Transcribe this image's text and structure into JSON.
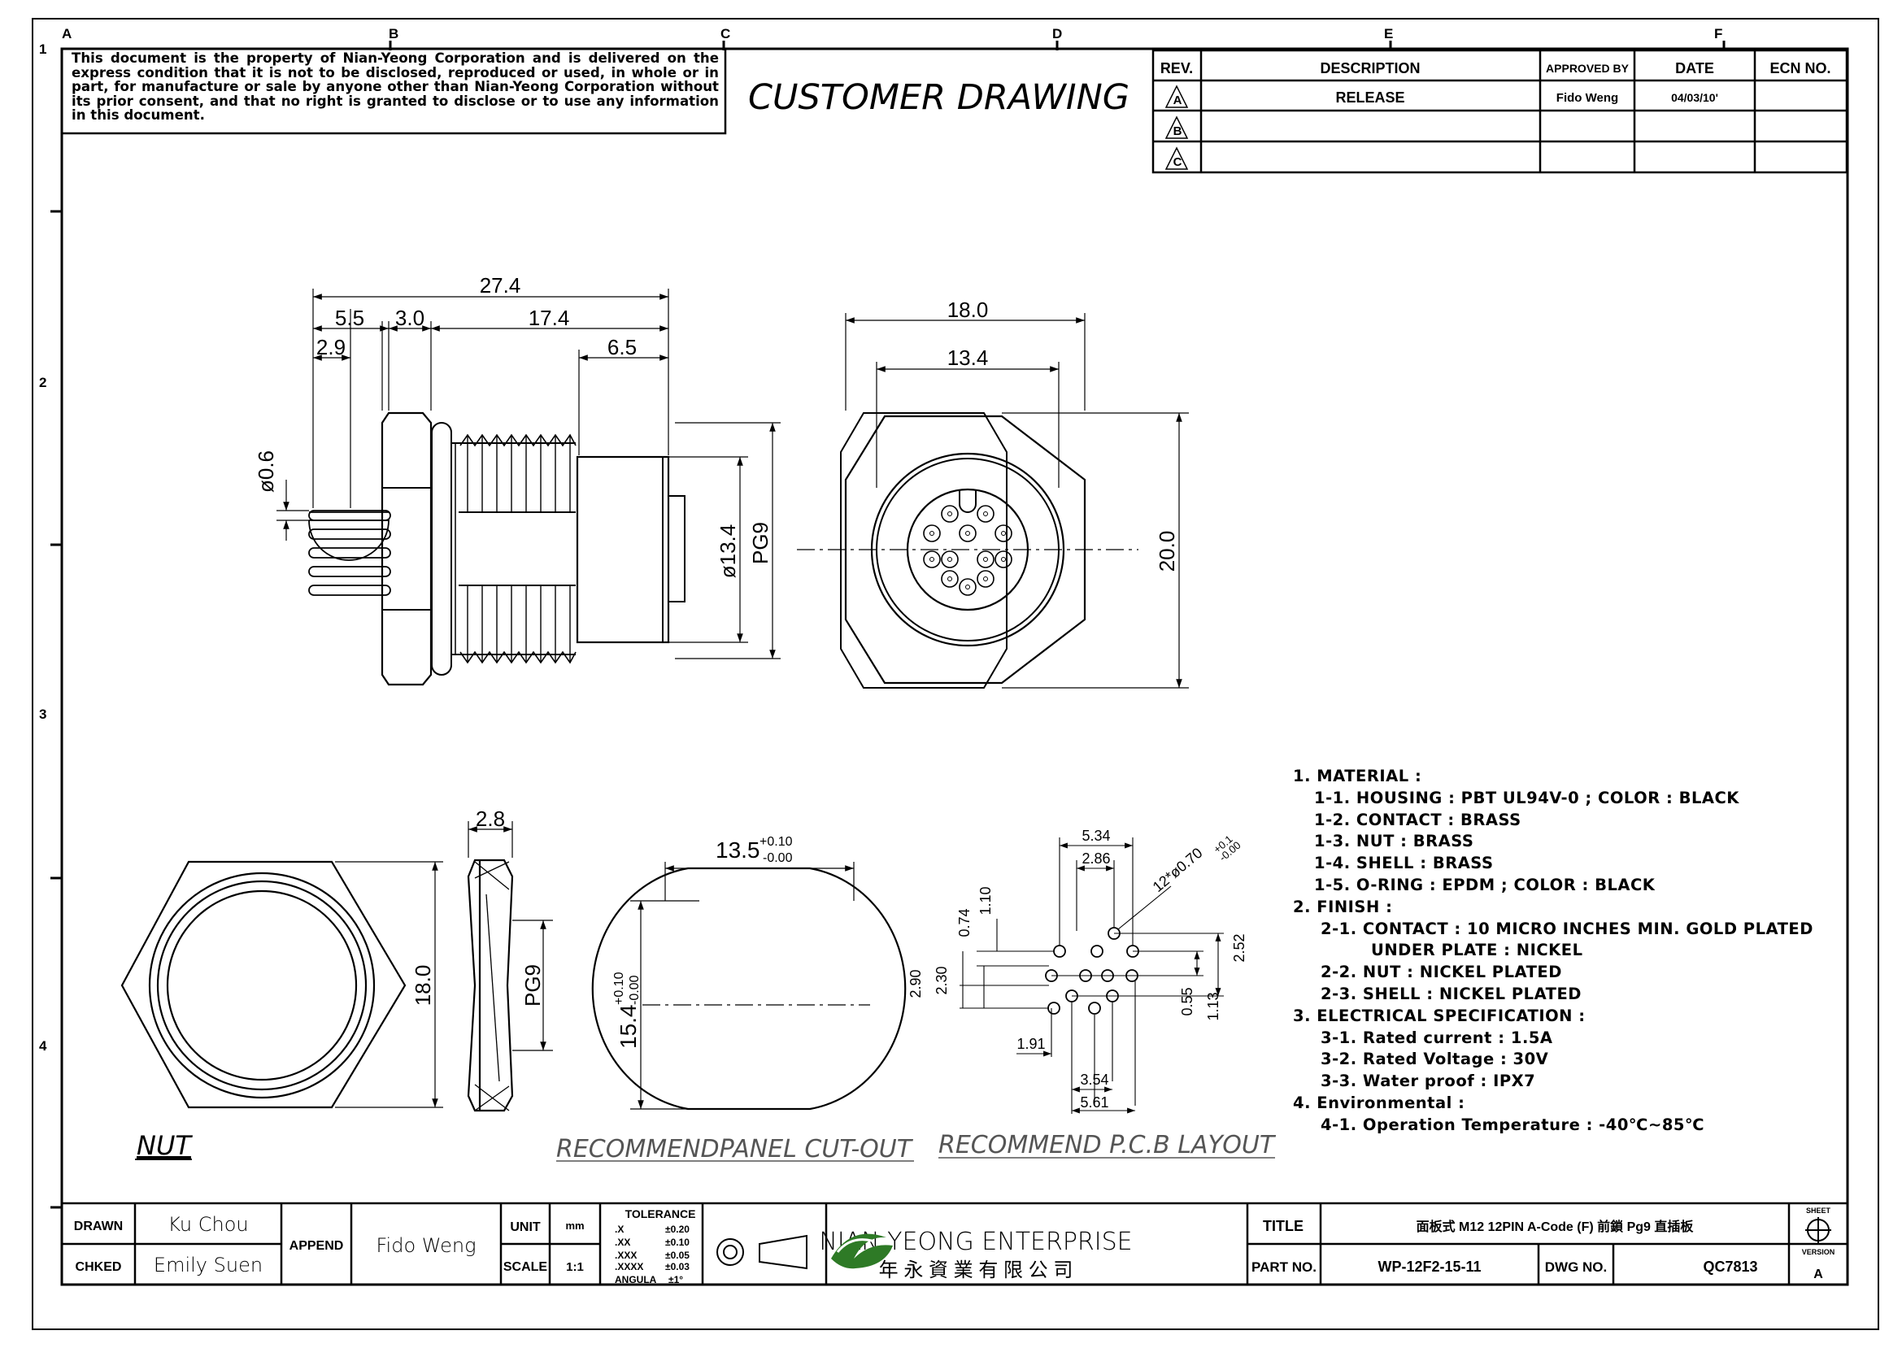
{
  "disclaimer": "This document is the property of Nian-Yeong Corporation and is delivered on the express condition that it is not to be disclosed, reproduced or used, in whole or in part, for manufacture or sale by anyone other than Nian-Yeong Corporation without its prior consent, and that no right is granted to disclose or to use any information in this document.",
  "drawing_title": "CUSTOMER DRAWING",
  "grid": {
    "columns": [
      "A",
      "B",
      "C",
      "D",
      "E",
      "F"
    ],
    "rows": [
      "1",
      "2",
      "3",
      "4"
    ]
  },
  "revision_table": {
    "headers": {
      "rev": "REV.",
      "description": "DESCRIPTION",
      "approved": "APPROVED BY",
      "date": "DATE",
      "ecn": "ECN NO."
    },
    "rows": [
      {
        "rev": "A",
        "description": "RELEASE",
        "approved": "Fido Weng",
        "date": "04/03/10'",
        "ecn": ""
      },
      {
        "rev": "B",
        "description": "",
        "approved": "",
        "date": "",
        "ecn": ""
      },
      {
        "rev": "C",
        "description": "",
        "approved": "",
        "date": "",
        "ecn": ""
      }
    ]
  },
  "side_view": {
    "dims": {
      "overall": "27.4",
      "d1": "5.5",
      "d2": "3.0",
      "d3": "17.4",
      "d4": "2.9",
      "d5": "6.5",
      "pin_dia": "ø0.6",
      "body_dia": "ø13.4",
      "thread": "PG9"
    }
  },
  "front_view": {
    "dims": {
      "width": "18.0",
      "inner": "13.4",
      "height": "20.0"
    }
  },
  "nut_view": {
    "dims": {
      "thickness": "2.8",
      "height": "18.0",
      "thread": "PG9"
    },
    "label": "NUT"
  },
  "cutout_view": {
    "dims": {
      "width": "13.5",
      "width_tol_plus": "+0.10",
      "width_tol_minus": "-0.00",
      "height": "15.4",
      "height_tol_plus": "+0.10",
      "height_tol_minus": "-0.00"
    },
    "label": "RECOMMENDPANEL CUT-OUT"
  },
  "pcb_view": {
    "dims": {
      "w1": "5.34",
      "w2": "2.86",
      "hole_prefix": "12*ø0.70",
      "hole_tol_plus": "+0.1",
      "hole_tol_minus": "-0.00",
      "v1": "0.74",
      "v2": "1.10",
      "v3": "2.52",
      "v4": "2.90",
      "v5": "2.30",
      "v6": "0.55",
      "v7": "1.13",
      "h1": "1.91",
      "h2": "3.54",
      "h3": "5.61"
    },
    "label": "RECOMMEND P.C.B LAYOUT"
  },
  "notes": [
    {
      "level": 1,
      "text": "1. MATERIAL :"
    },
    {
      "level": 2,
      "text": "1-1. HOUSING : PBT UL94V-0 ; COLOR : BLACK"
    },
    {
      "level": 2,
      "text": "1-2. CONTACT : BRASS"
    },
    {
      "level": 2,
      "text": "1-3. NUT : BRASS"
    },
    {
      "level": 2,
      "text": "1-4. SHELL : BRASS"
    },
    {
      "level": 2,
      "text": "1-5. O-RING : EPDM ; COLOR : BLACK"
    },
    {
      "level": 1,
      "text": "2. FINISH :"
    },
    {
      "level": 3,
      "text": "2-1. CONTACT : 10 MICRO INCHES MIN. GOLD PLATED"
    },
    {
      "level": 4,
      "text": "UNDER PLATE : NICKEL"
    },
    {
      "level": 3,
      "text": "2-2. NUT : NICKEL PLATED"
    },
    {
      "level": 3,
      "text": "2-3. SHELL : NICKEL PLATED"
    },
    {
      "level": 1,
      "text": "3. ELECTRICAL SPECIFICATION :"
    },
    {
      "level": 3,
      "text": "3-1. Rated current : 1.5A"
    },
    {
      "level": 3,
      "text": "3-2. Rated Voltage : 30V"
    },
    {
      "level": 3,
      "text": "3-3. Water proof : IPX7"
    },
    {
      "level": 1,
      "text": "4. Environmental :"
    },
    {
      "level": 3,
      "text": "4-1. Operation Temperature : -40℃~85℃"
    }
  ],
  "title_block": {
    "drawn_label": "DRAWN",
    "drawn": "Ku Chou",
    "checked_label": "CHKED",
    "checked": "Emily Suen",
    "append_label": "APPEND",
    "append": "Fido Weng",
    "unit_label": "UNIT",
    "unit": "mm",
    "scale_label": "SCALE",
    "scale": "1:1",
    "tolerance_title": "TOLERANCE",
    "tolerances": [
      {
        "k": ".X",
        "v": "±0.20"
      },
      {
        "k": ".XX",
        "v": "±0.10"
      },
      {
        "k": ".XXX",
        "v": "±0.05"
      },
      {
        "k": ".XXXX",
        "v": "±0.03"
      },
      {
        "k": "ANGULA",
        "v": "±1°"
      }
    ],
    "company": "NIAN YEONG ENTERPRISE",
    "company_cn": "年 永 資 業 有 限 公 司",
    "title_label": "TITLE",
    "title": "面板式 M12 12PIN A-Code (F) 前鎖 Pg9 直插板",
    "part_label": "PART NO.",
    "part": "WP-12F2-15-11",
    "dwg_label": "DWG NO.",
    "dwg": "QC7813",
    "sheet_label": "SHEET",
    "version_label": "VERSION",
    "version": "A"
  }
}
